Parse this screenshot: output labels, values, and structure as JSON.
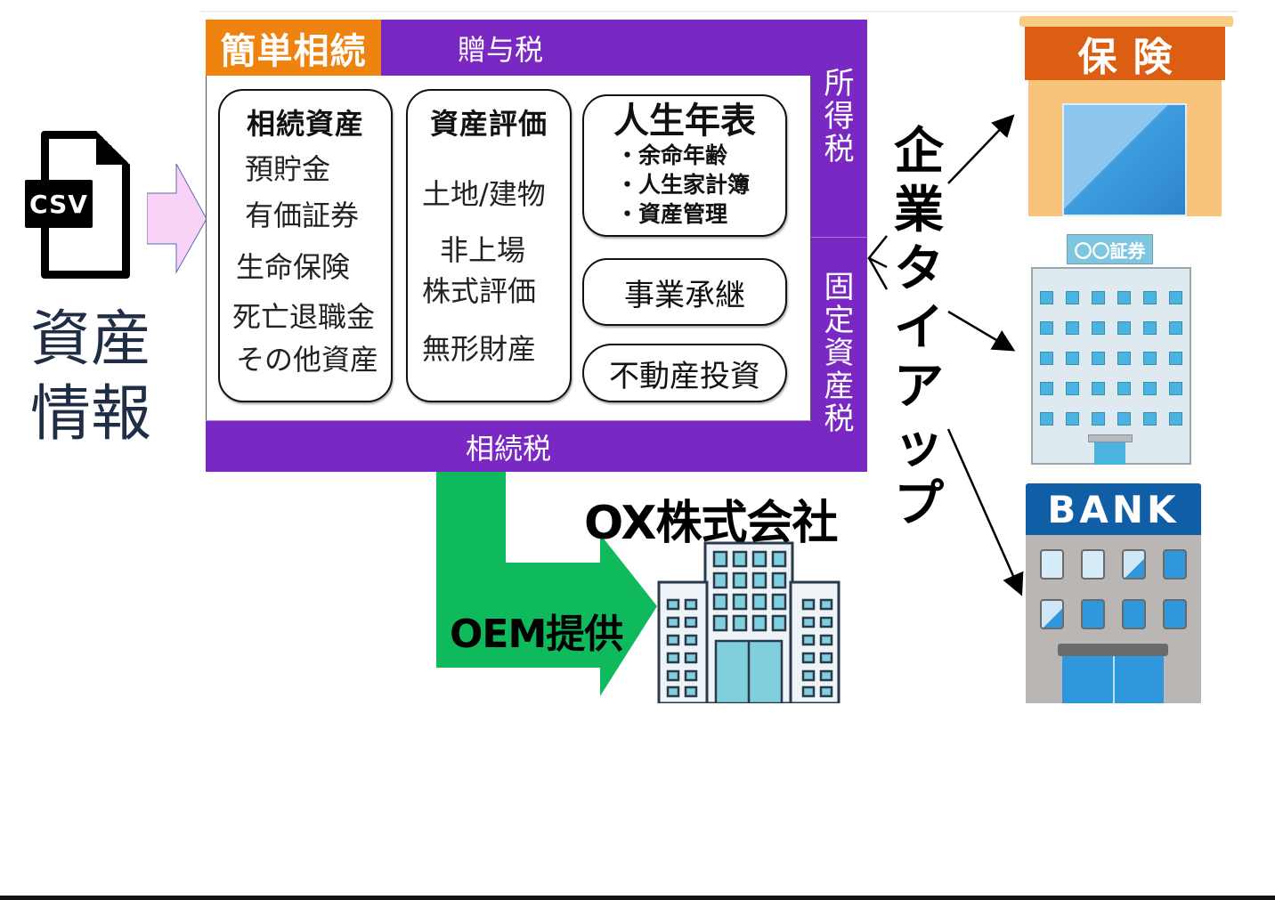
{
  "input": {
    "file_icon_label": "CSV",
    "caption_line1": "資産",
    "caption_line2": "情報"
  },
  "frame": {
    "brand": "簡単相続",
    "top_tax": "贈与税",
    "bottom_tax": "相続税",
    "side_tax_top": [
      "所",
      "得",
      "税"
    ],
    "side_tax_bottom": [
      "固",
      "定",
      "資",
      "産",
      "税"
    ]
  },
  "inheritance_assets": {
    "title": "相続資産",
    "items": [
      "預貯金",
      "有価証券",
      "生命保険",
      "死亡退職金",
      "その他資産"
    ]
  },
  "asset_valuation": {
    "title": "資産評価",
    "items": [
      "土地/建物",
      "非上場",
      "株式評価",
      "無形財産"
    ]
  },
  "life_timeline": {
    "title": "人生年表",
    "items": [
      "・余命年齢",
      "・人生家計簿",
      "・資産管理"
    ]
  },
  "business_succession": "事業承継",
  "real_estate_investment": "不動産投資",
  "tieup": {
    "chars": [
      "企",
      "業",
      "タ",
      "イ",
      "ア",
      "ッ",
      "プ"
    ]
  },
  "oem": {
    "label": "OEM提供",
    "company": "OX株式会社"
  },
  "partners": {
    "insurance": "保険",
    "securities": "〇〇証券",
    "bank": "BANK"
  },
  "colors": {
    "brand_orange": "#ee8310",
    "tax_purple": "#7a28c4",
    "oem_green": "#0fba5c",
    "input_arrow_pink": "#f9d3f7",
    "insurance_sign": "#dc5e12",
    "bank_sign": "#0f5ea6"
  }
}
